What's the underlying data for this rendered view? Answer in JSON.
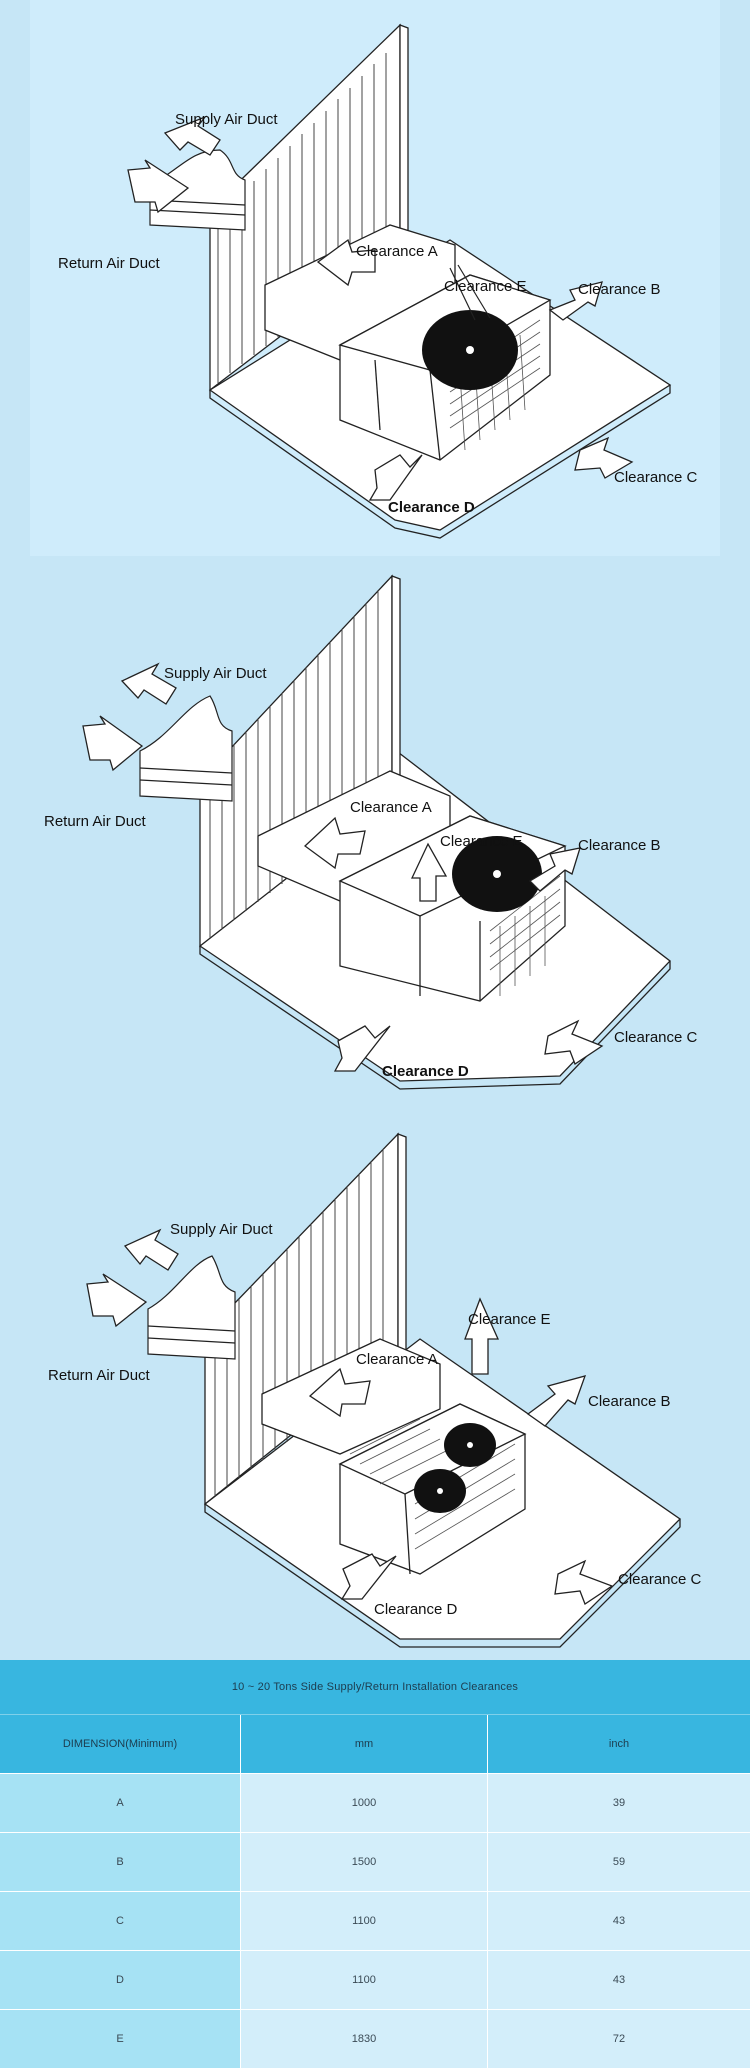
{
  "diagrams": [
    {
      "supply_label": "Supply Air Duct",
      "return_label": "Return Air Duct",
      "clearance_a": "Clearance A",
      "clearance_b": "Clearance B",
      "clearance_c": "Clearance C",
      "clearance_d": "Clearance D",
      "clearance_e": "Clearance E"
    },
    {
      "supply_label": "Supply Air Duct",
      "return_label": "Return Air Duct",
      "clearance_a": "Clearance A",
      "clearance_b": "Clearance B",
      "clearance_c": "Clearance C",
      "clearance_d": "Clearance D",
      "clearance_e": "Clearance E"
    },
    {
      "supply_label": "Supply Air Duct",
      "return_label": "Return Air Duct",
      "clearance_a": "Clearance A",
      "clearance_b": "Clearance B",
      "clearance_c": "Clearance C",
      "clearance_d": "Clearance D",
      "clearance_e": "Clearance E"
    }
  ],
  "table": {
    "title": "10 ~ 20 Tons Side Supply/Return Installation Clearances",
    "headers": [
      "DIMENSION(Minimum)",
      "mm",
      "inch"
    ],
    "rows": [
      [
        "A",
        "1000",
        "39"
      ],
      [
        "B",
        "1500",
        "59"
      ],
      [
        "C",
        "1100",
        "43"
      ],
      [
        "D",
        "1100",
        "43"
      ],
      [
        "E",
        "1830",
        "72"
      ]
    ]
  }
}
